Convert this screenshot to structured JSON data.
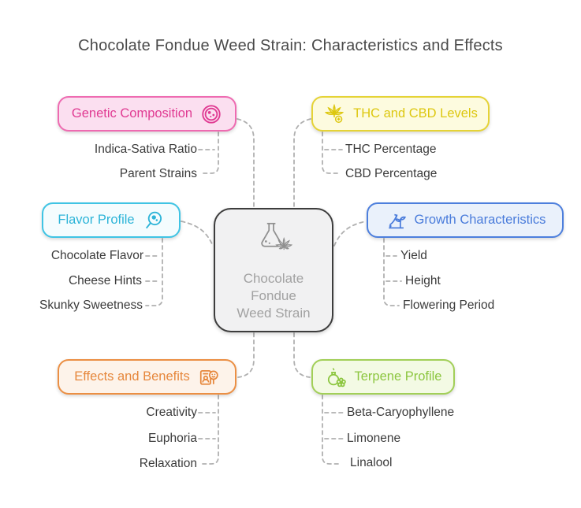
{
  "title": "Chocolate Fondue Weed Strain: Characteristics and Effects",
  "center_node": {
    "label": "Chocolate Fondue Weed Strain",
    "label_lines": [
      "Chocolate",
      "Fondue",
      "Weed Strain"
    ],
    "icon": "flask-cannabis-icon"
  },
  "branches": {
    "genetic": {
      "label": "Genetic Composition",
      "icon": "cell-icon",
      "icon_side": "right",
      "items": [
        "Indica-Sativa Ratio",
        "Parent Strains"
      ]
    },
    "thc": {
      "label": "THC and CBD Levels",
      "icon": "cannabis-plus-icon",
      "icon_side": "left",
      "items": [
        "THC Percentage",
        "CBD Percentage"
      ]
    },
    "flavor": {
      "label": "Flavor Profile",
      "icon": "magnifier-icon",
      "icon_side": "right",
      "items": [
        "Chocolate Flavor",
        "Cheese Hints",
        "Skunky Sweetness"
      ]
    },
    "growth": {
      "label": "Growth Characteristics",
      "icon": "sprout-arrow-icon",
      "icon_side": "left",
      "items": [
        "Yield",
        "Height",
        "Flowering Period"
      ]
    },
    "effects": {
      "label": "Effects and Benefits",
      "icon": "person-smiley-icon",
      "icon_side": "right",
      "items": [
        "Creativity",
        "Euphoria",
        "Relaxation"
      ]
    },
    "terpene": {
      "label": "Terpene Profile",
      "icon": "perfume-flower-icon",
      "icon_side": "left",
      "items": [
        "Beta-Caryophyllene",
        "Limonene",
        "Linalool"
      ]
    }
  },
  "colors": {
    "genetic": {
      "border": "#ee6bb1",
      "fill": "#fbdff0",
      "text": "#e03a92"
    },
    "thc": {
      "border": "#e5d337",
      "fill": "#fdfbdf",
      "text": "#ddc70f"
    },
    "flavor": {
      "border": "#3fc4e4",
      "fill": "#f4fcfe",
      "text": "#2db4d8"
    },
    "growth": {
      "border": "#4d7fdd",
      "fill": "#eaf1fb",
      "text": "#4a7cdb"
    },
    "effects": {
      "border": "#eb8f44",
      "fill": "#fdf3ea",
      "text": "#e6873c"
    },
    "terpene": {
      "border": "#a2cf58",
      "fill": "#f3fae4",
      "text": "#8cc63f"
    },
    "center": {
      "border": "#3d3d3d",
      "fill": "#f1f1f2",
      "text": "#a2a2a2",
      "icon": "#909090"
    },
    "connector": "#b0b0b0",
    "title_text": "#4a4a4a",
    "item_text": "#3b3b3b"
  }
}
